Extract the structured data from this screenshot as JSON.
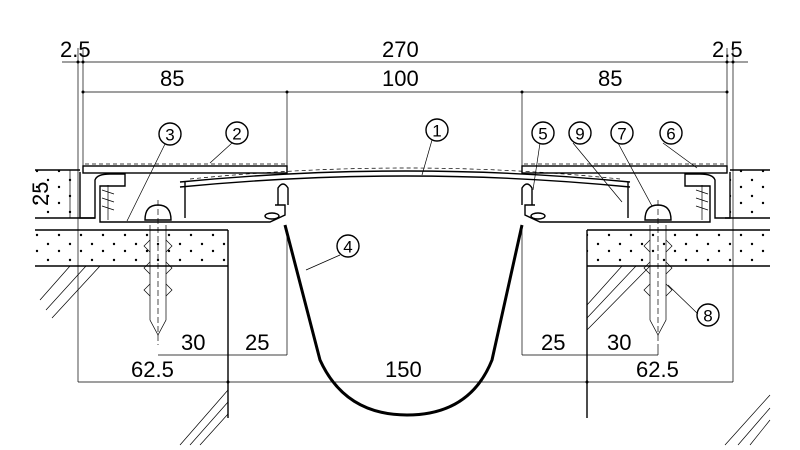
{
  "dimensions": {
    "top_overall": "270",
    "top_left_edge": "2.5",
    "top_right_edge": "2.5",
    "top_left_cover": "85",
    "top_center": "100",
    "top_right_cover": "85",
    "left_height": "25",
    "bottom_left_anchor": "30",
    "bottom_left_gap": "25",
    "bottom_left_total": "62.5",
    "bottom_center": "150",
    "bottom_right_gap": "25",
    "bottom_right_anchor": "30",
    "bottom_right_total": "62.5"
  },
  "callouts": {
    "c1": "1",
    "c2": "2",
    "c3": "3",
    "c4": "4",
    "c5": "5",
    "c6": "6",
    "c7": "7",
    "c8": "8",
    "c9": "9"
  }
}
